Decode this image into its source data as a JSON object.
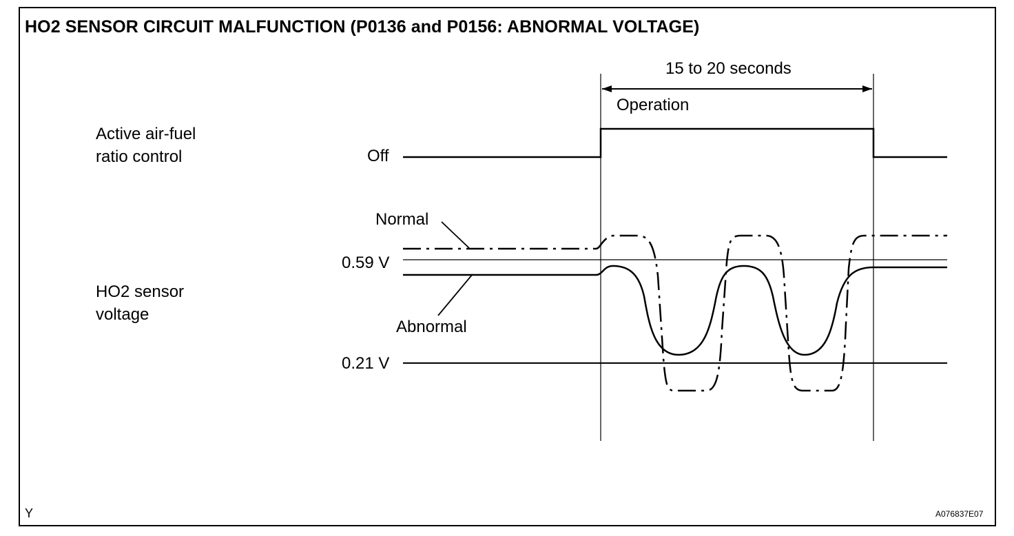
{
  "title": "HO2 SENSOR CIRCUIT MALFUNCTION (P0136 and P0156: ABNORMAL VOLTAGE)",
  "duration_label": "15 to 20 seconds",
  "operation_label": "Operation",
  "active_afr_label": [
    "Active air-fuel",
    "ratio control"
  ],
  "off_label": "Off",
  "normal_label": "Normal",
  "abnormal_label": "Abnormal",
  "ho2_label": [
    "HO2 sensor",
    "voltage"
  ],
  "voltage_high": "0.59 V",
  "voltage_low": "0.21 V",
  "corner_mark": "Y",
  "figure_ref": "A076837E07"
}
